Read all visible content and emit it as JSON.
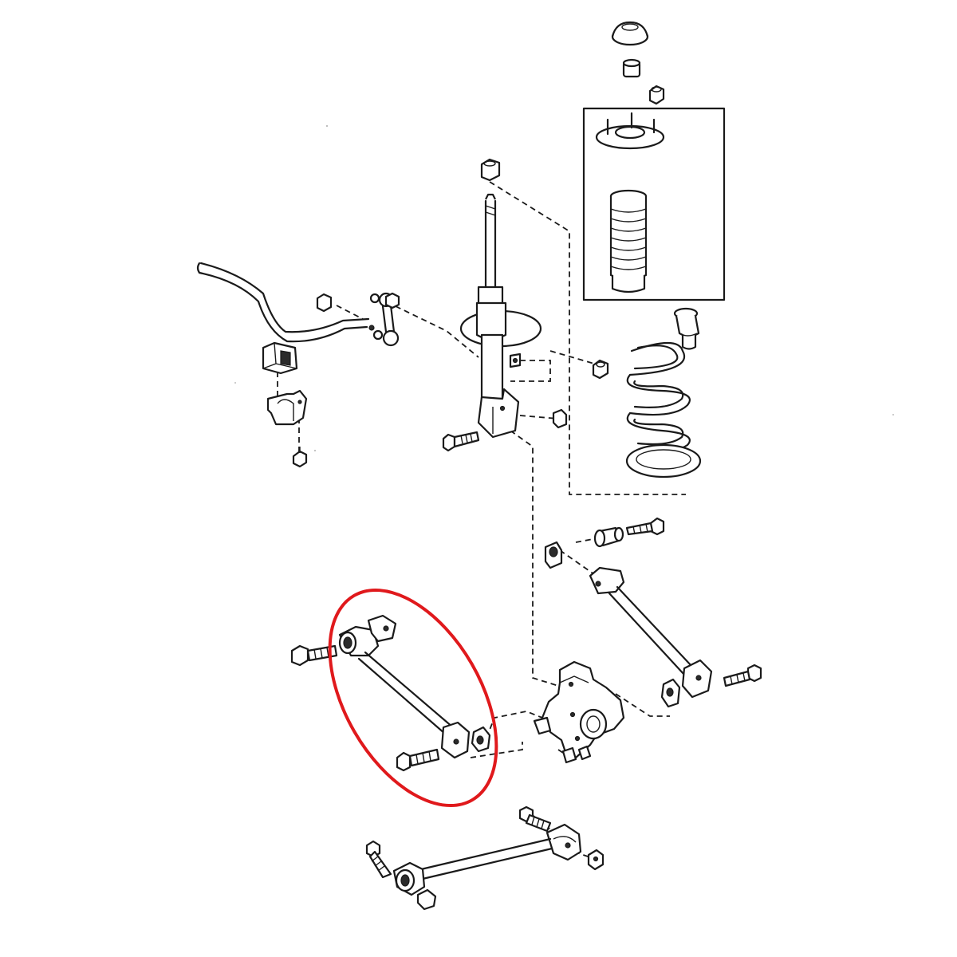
{
  "colors": {
    "background": "#ffffff",
    "line": "#1a1a1a",
    "highlight": "#e0191c"
  },
  "parts": [
    "dust-cap",
    "strut-bushing",
    "upper-nut",
    "strut-mount-plate",
    "bump-boot",
    "bump-stopper",
    "coil-spring",
    "spring-lower-insulator",
    "shock-strut",
    "stabilizer-bar",
    "stabilizer-bushing",
    "stabilizer-bracket",
    "stabilizer-link",
    "lower-arm-no1",
    "lower-arm-no2",
    "strut-rod",
    "rear-axle-carrier"
  ],
  "highlight_target": "lower-arm-no2"
}
